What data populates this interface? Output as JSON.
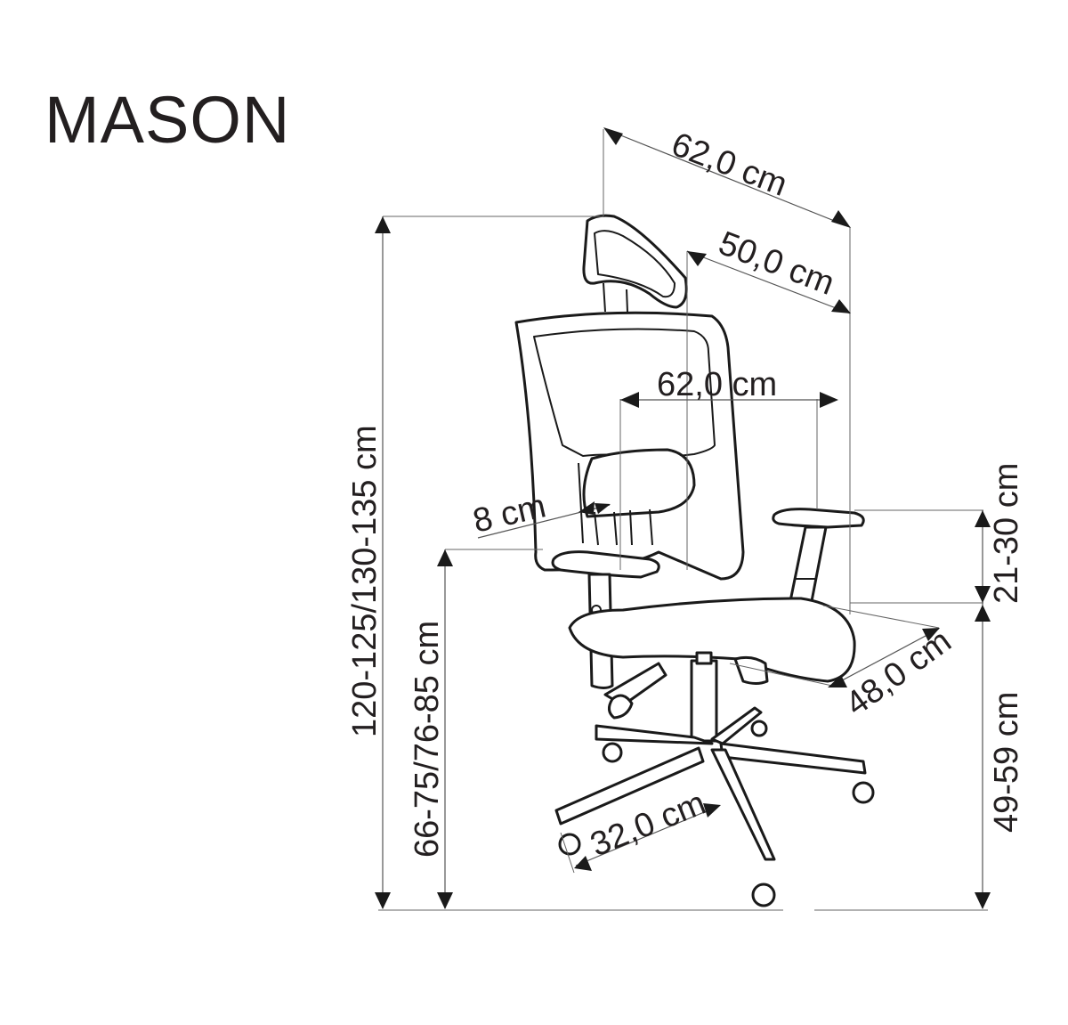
{
  "title": "MASON",
  "dimensions": {
    "total_depth_top": "62,0 cm",
    "backrest_depth": "50,0 cm",
    "armrest_width": "62,0 cm",
    "lumbar_adjust": "8 cm",
    "armrest_height": "21-30 cm",
    "seat_depth": "48,0 cm",
    "base_radius": "32,0 cm",
    "total_height": "120-125/130-135 cm",
    "backrest_height": "66-75/76-85 cm",
    "seat_height": "49-59 cm"
  },
  "colors": {
    "line": "#1a1a1a",
    "dimension_line": "#555555",
    "background": "#ffffff"
  }
}
